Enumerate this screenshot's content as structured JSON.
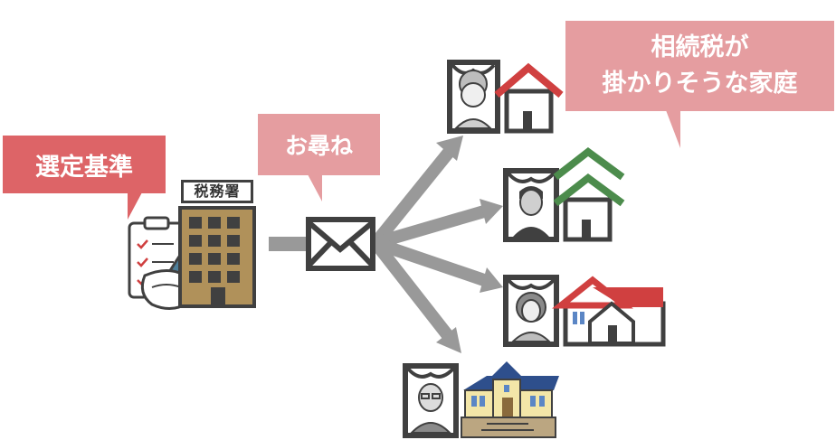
{
  "labels": {
    "selection_criteria": "選定基準",
    "inquiry": "お尋ね",
    "target_households_line1": "相続税が",
    "target_households_line2": "掛かりそうな家庭",
    "tax_office": "税務署"
  },
  "colors": {
    "bubble_dark": "#dd6467",
    "bubble_light": "#e59da0",
    "arrow_gray": "#999999",
    "building_gold": "#b0915a",
    "outline": "#404040",
    "roof_red": "#d04040",
    "roof_green": "#4c8c4c"
  },
  "icons": {
    "clipboard": "clipboard-checklist-icon",
    "tax_office": "tax-office-building-icon",
    "envelope": "envelope-icon",
    "families": [
      "elderly-woman-red-house-icon",
      "man-green-house-icon",
      "woman-white-house-icon",
      "elderly-man-mansion-icon"
    ]
  }
}
